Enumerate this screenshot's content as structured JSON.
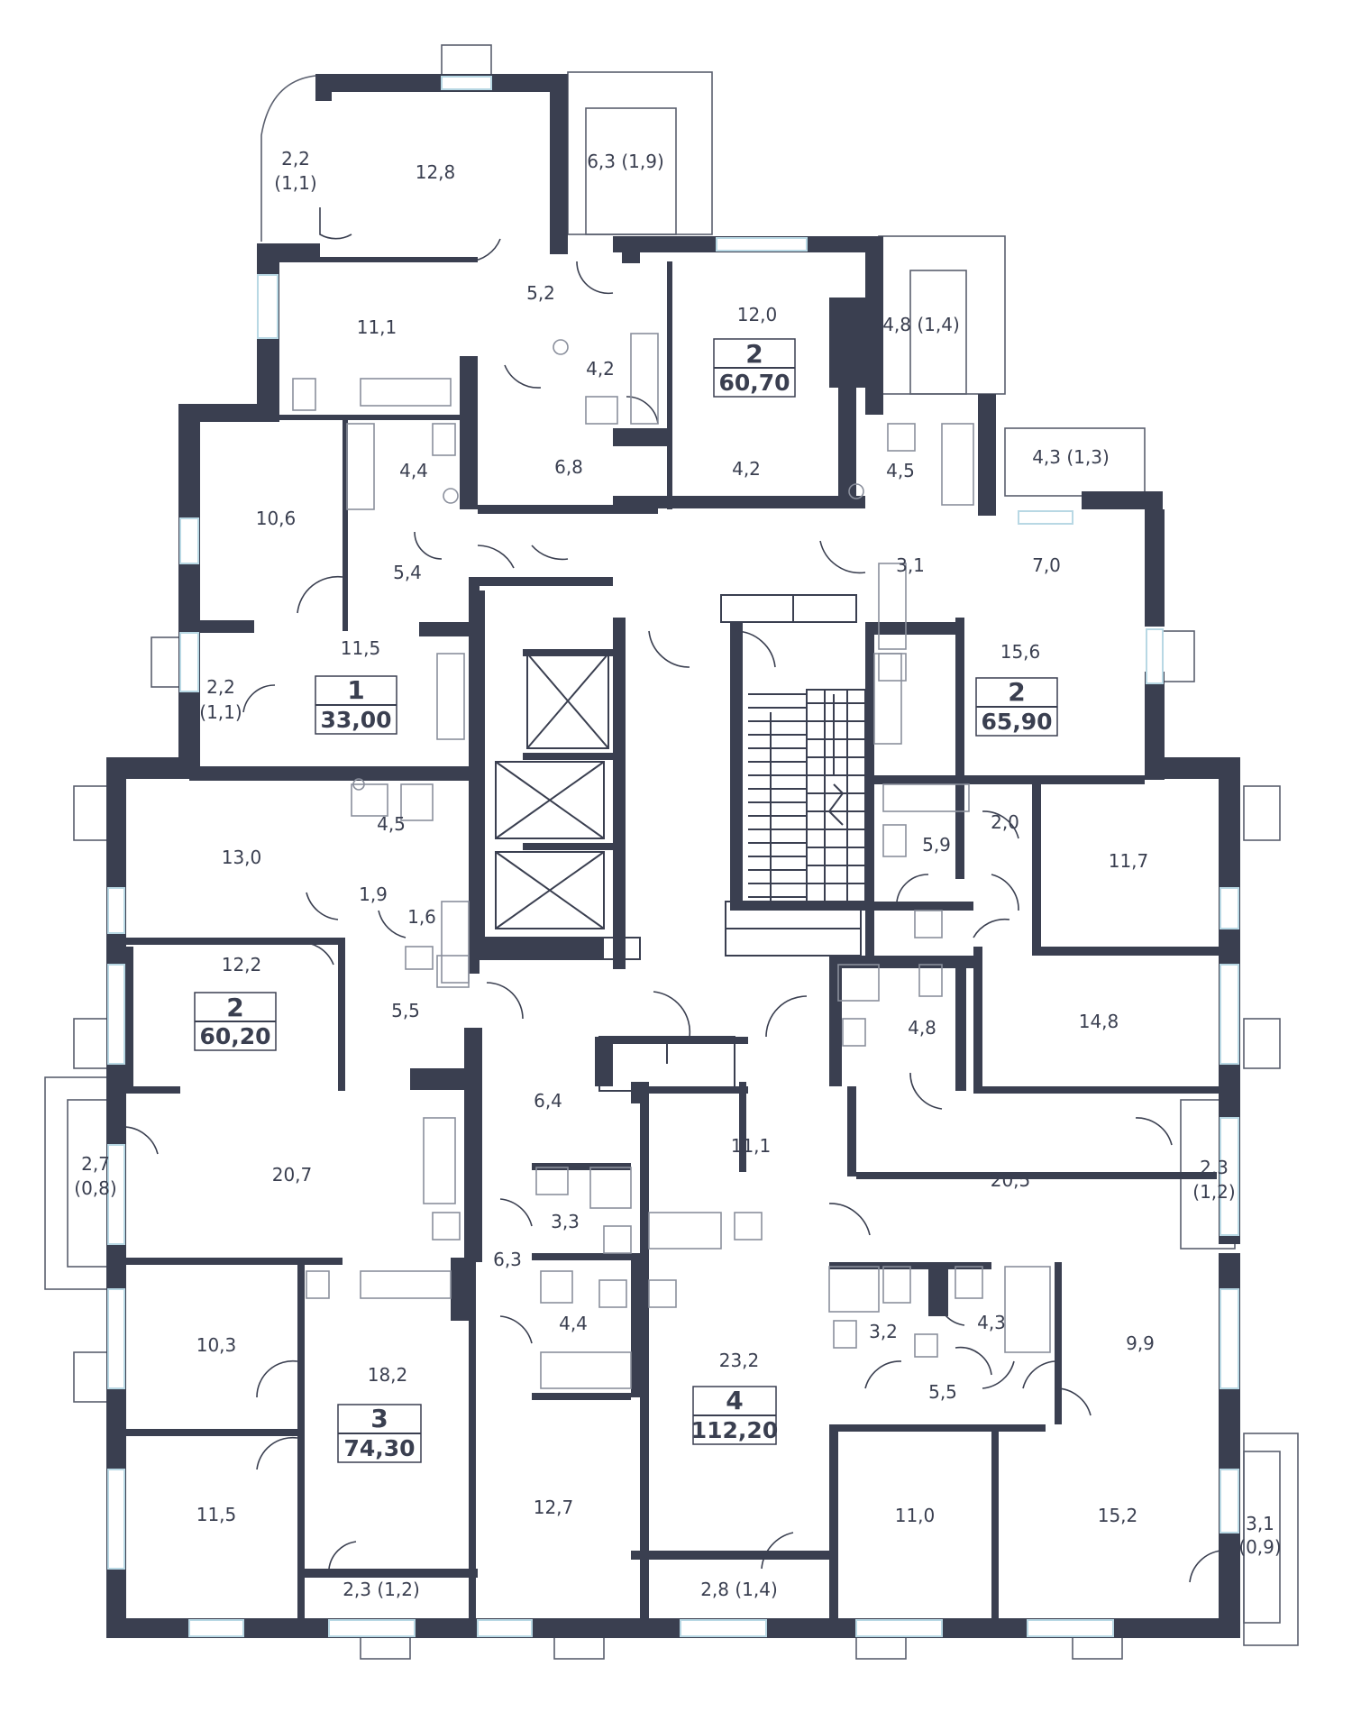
{
  "units": [
    {
      "id": "u1",
      "rooms": "1",
      "area": "33,00"
    },
    {
      "id": "u2a",
      "rooms": "2",
      "area": "60,70"
    },
    {
      "id": "u2b",
      "rooms": "2",
      "area": "65,90"
    },
    {
      "id": "u2c",
      "rooms": "2",
      "area": "60,20"
    },
    {
      "id": "u3",
      "rooms": "3",
      "area": "74,30"
    },
    {
      "id": "u4",
      "rooms": "4",
      "area": "112,20"
    }
  ],
  "rooms": [
    "2,2",
    "(1,1)",
    "12,8",
    "6,3 (1,9)",
    "5,2",
    "12,0",
    "4,8 (1,4)",
    "11,1",
    "4,2",
    "6,8",
    "4,2",
    "4,4",
    "10,6",
    "4,5",
    "4,3 (1,3)",
    "5,4",
    "3,1",
    "7,0",
    "11,5",
    "15,6",
    "2,2",
    "(1,1)",
    "4,5",
    "13,0",
    "2,0",
    "11,7",
    "5,9",
    "1,9",
    "1,6",
    "12,2",
    "5,5",
    "4,8",
    "14,8",
    "6,4",
    "2,7",
    "(0,8)",
    "20,7",
    "11,1",
    "20,5",
    "2,3",
    "(1,2)",
    "3,3",
    "6,3",
    "10,3",
    "18,2",
    "4,4",
    "3,2",
    "4,3",
    "9,9",
    "23,2",
    "5,5",
    "11,5",
    "12,7",
    "11,0",
    "15,2",
    "3,1",
    "(0,9)",
    "2,3 (1,2)",
    "2,8 (1,4)"
  ]
}
